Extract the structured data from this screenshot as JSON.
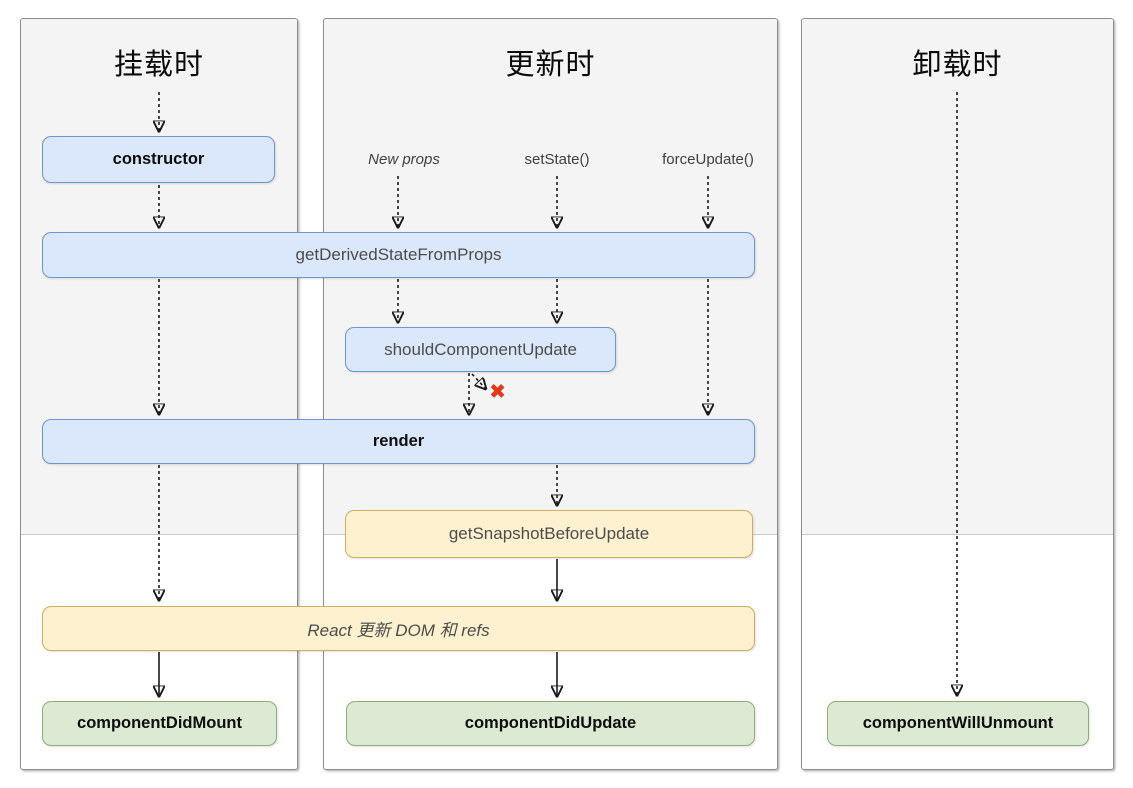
{
  "columns": [
    {
      "title": "挂载时"
    },
    {
      "title": "更新时"
    },
    {
      "title": "卸载时"
    }
  ],
  "triggers": {
    "new_props": "New props",
    "set_state": "setState()",
    "force_update": "forceUpdate()"
  },
  "boxes": {
    "constructor": "constructor",
    "get_derived_state_from_props": "getDerivedStateFromProps",
    "should_component_update": "shouldComponentUpdate",
    "render": "render",
    "get_snapshot_before_update": "getSnapshotBeforeUpdate",
    "react_updates_dom": "React 更新 DOM 和 refs",
    "component_did_mount": "componentDidMount",
    "component_did_update": "componentDidUpdate",
    "component_will_unmount": "componentWillUnmount"
  },
  "icons": {
    "skip_x": "✖"
  },
  "colors": {
    "blue_bg": "#dbe8fc",
    "blue_border": "#7094cc",
    "yellow_bg": "#fdf1d0",
    "yellow_border": "#cfae62",
    "green_bg": "#dcead3",
    "green_border": "#8fad78",
    "panel_border": "#8c8c8c",
    "phase_bg": "#f4f4f4",
    "divider": "#c9c9c9",
    "arrow": "#1a1a1a",
    "x_red": "#e2391b",
    "thin_text": "#4c4c4c",
    "label_text": "#404040",
    "bold_text": "#0d0d0d"
  }
}
